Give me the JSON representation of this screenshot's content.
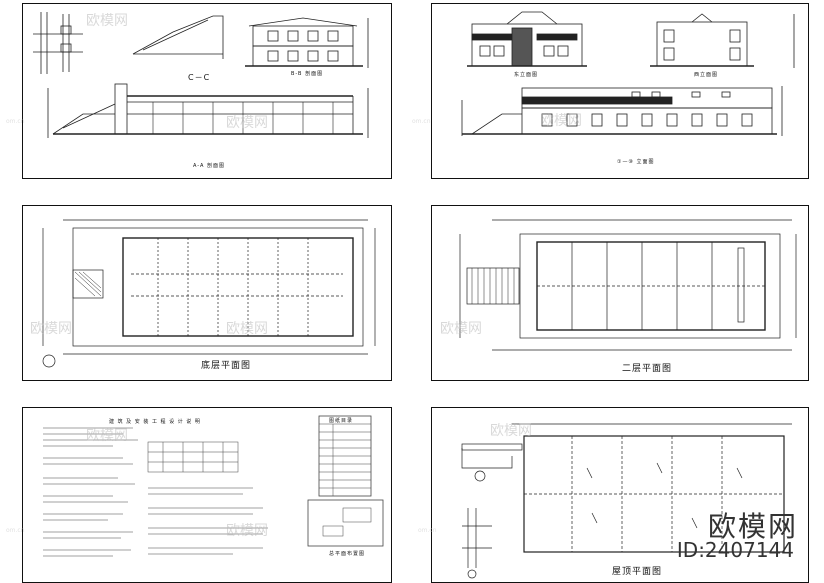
{
  "sheets": {
    "s1": {
      "section_cc": "C－C",
      "section_bb": "B-B 剖面图",
      "section_aa": "A-A 剖面图"
    },
    "s2": {
      "east_elevation": "东立面图",
      "west_elevation": "西立面图",
      "south_elevation": "①—⑩ 立面图"
    },
    "s3": {
      "title": "底层平面图"
    },
    "s4": {
      "title": "二层平面图"
    },
    "s5": {
      "title": "建 筑 及 安 装 工 程 设 计 说 明",
      "table_title": "图纸目录",
      "plan_title": "总平面布置图"
    },
    "s6": {
      "title": "屋顶平面图"
    }
  },
  "watermark": {
    "text": "欧模网",
    "site": "om.cn"
  },
  "logo": {
    "name": "欧模网",
    "id": "ID:2407144"
  }
}
